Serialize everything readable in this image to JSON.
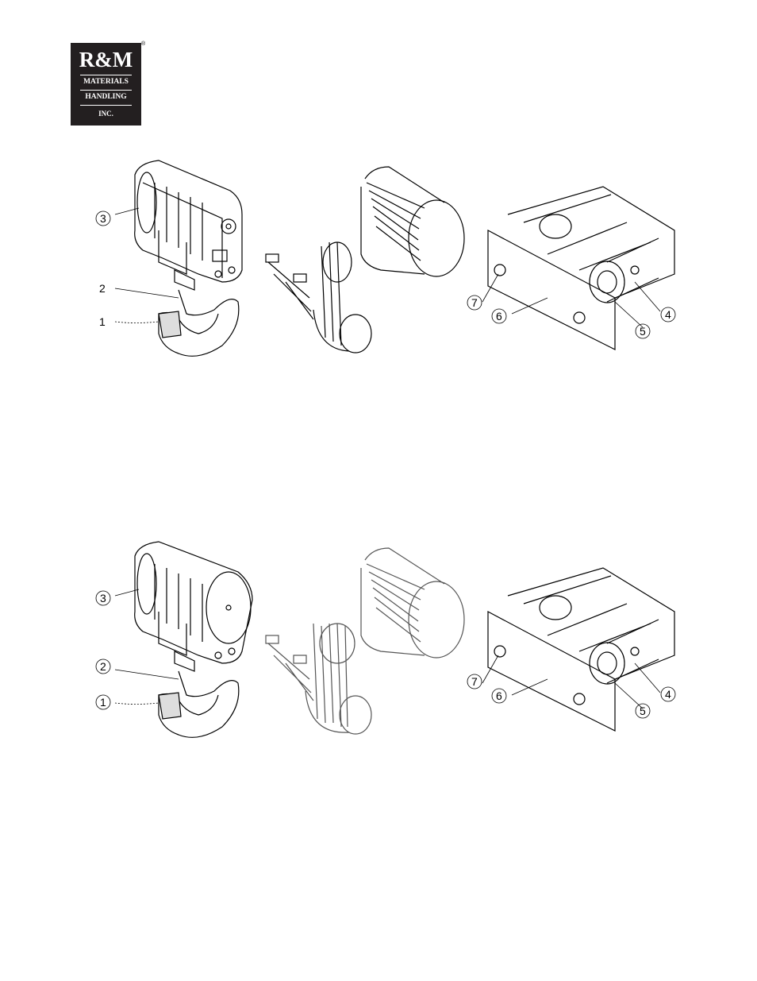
{
  "logo": {
    "brand": "R&M",
    "line1": "MATERIALS",
    "line2": "HANDLING",
    "line3": "INC.",
    "registered": "®"
  },
  "figures": [
    {
      "callouts": [
        "1",
        "2",
        "3",
        "4",
        "5",
        "6",
        "7"
      ]
    },
    {
      "callouts": [
        "1",
        "2",
        "3",
        "4",
        "5",
        "6",
        "7"
      ]
    }
  ],
  "colors": {
    "ink": "#000000",
    "logo_bg": "#231f20",
    "paper": "#ffffff"
  }
}
